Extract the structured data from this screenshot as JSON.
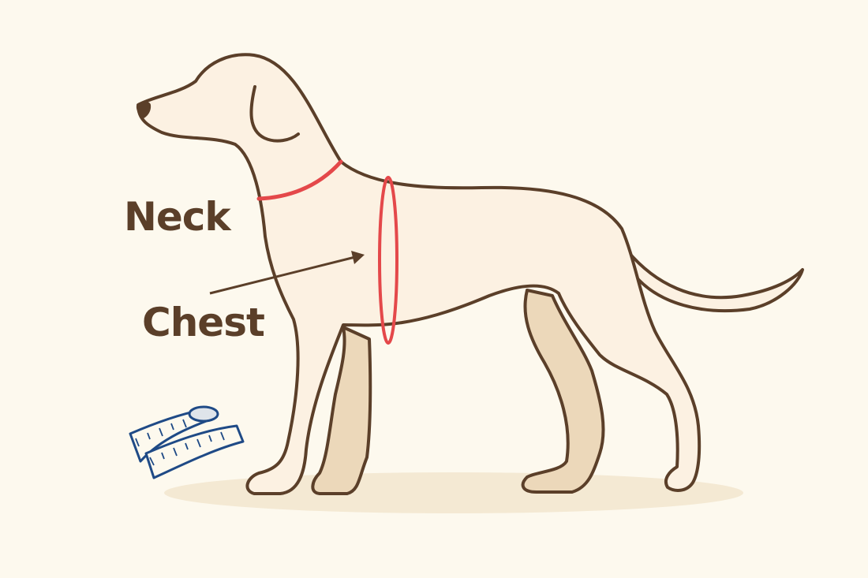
{
  "labels": {
    "neck": "Neck",
    "chest": "Chest"
  },
  "colors": {
    "background": "#fdf9ee",
    "outline": "#5b3f29",
    "body_fill": "#fcf1e2",
    "far_leg_fill": "#ecd8ba",
    "measure_line": "#e4484a",
    "tape_measure": "#1f4a86",
    "ground_shadow": "#f4e9d3"
  },
  "icons": [
    "dog-illustration",
    "tape-measure-icon",
    "arrow-icon"
  ]
}
